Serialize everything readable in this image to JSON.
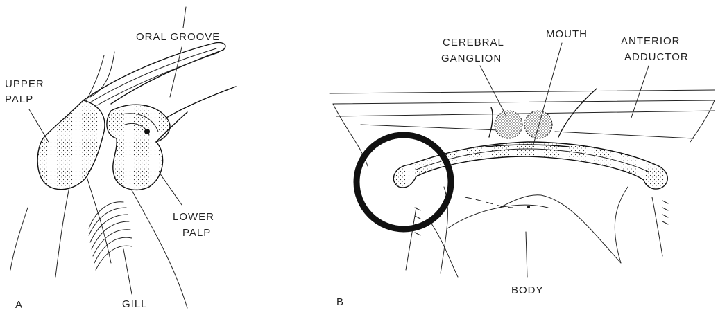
{
  "panel_a": {
    "letter": "A",
    "labels": {
      "oral_groove": "ORAL GROOVE",
      "upper_palp": [
        "UPPER",
        "PALP"
      ],
      "lower_palp": [
        "LOWER",
        "PALP"
      ],
      "gill": "GILL"
    }
  },
  "panel_b": {
    "letter": "B",
    "labels": {
      "cerebral_ganglion": [
        "CEREBRAL",
        "GANGLION"
      ],
      "mouth": "MOUTH",
      "anterior_adductor": [
        "ANTERIOR",
        "ADDUCTOR"
      ],
      "body": "BODY"
    }
  },
  "colors": {
    "ink": "#111111",
    "background": "#ffffff",
    "circle": "#111111"
  }
}
